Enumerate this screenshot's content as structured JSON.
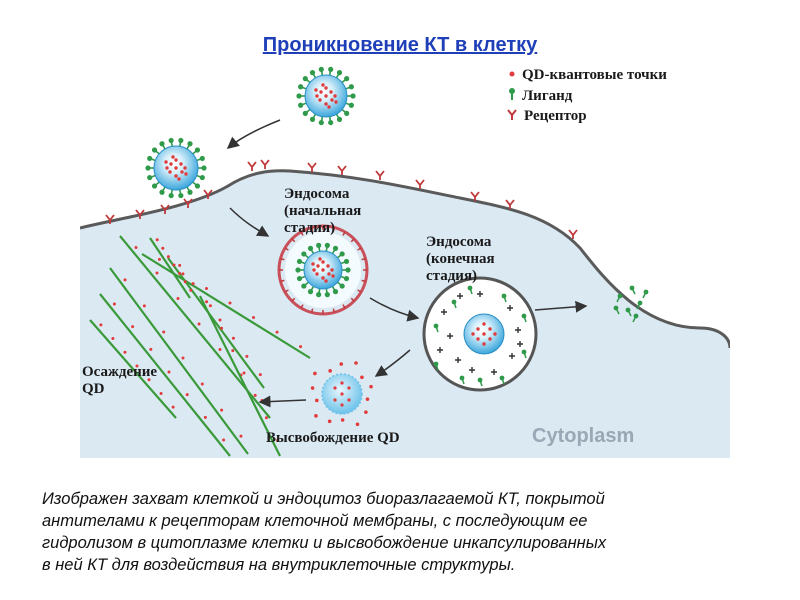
{
  "title": "Проникновение КТ в клетку",
  "legend": {
    "qd": "QD-квантовые точки",
    "ligand": "Лиганд",
    "receptor": "Рецептор"
  },
  "labels": {
    "endosome_early": [
      "Эндосома",
      "(начальная",
      "стадия)"
    ],
    "endosome_late": [
      "Эндосома",
      "(конечная",
      "стадия)"
    ],
    "qd_deposition": [
      "Осаждение",
      "QD"
    ],
    "qd_release": "Высвобождение QD",
    "cytoplasm": "Cytoplasm"
  },
  "caption": [
    "Изображен захват клеткой и эндоцитоз биоразлагаемой КТ, покрытой",
    "антителами к рецепторам клеточной мембраны, с последующим ее",
    "гидролизом в цитоплазме клетки и высвобождение инкапсулированных",
    "в ней КТ для воздействия на внутриклеточные структуры."
  ],
  "colors": {
    "title": "#1f3fb8",
    "cytoplasm": "#dbe9f3",
    "membrane": "#555555",
    "receptor": "#c0393b",
    "ligand": "#2f9a4a",
    "qd_dot": "#e23b3b",
    "core": "#56b6e6",
    "endosome_ring": "#c9505a",
    "fiber": "#3a9a3a"
  }
}
